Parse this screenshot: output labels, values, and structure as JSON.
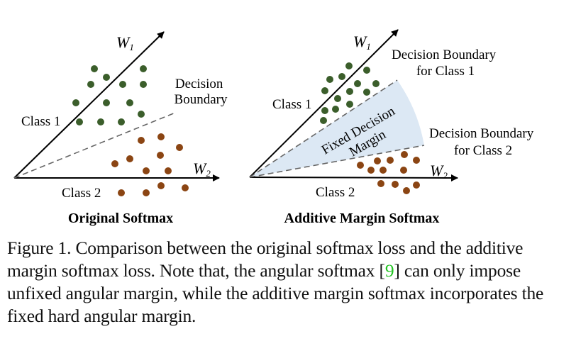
{
  "figure": {
    "left_panel": {
      "title": "Original Softmax",
      "axis_w1": "W",
      "axis_w1_sub": "1",
      "axis_w2": "W",
      "axis_w2_sub": "2",
      "class1_label": "Class 1",
      "class2_label": "Class 2",
      "boundary_label_line1": "Decision",
      "boundary_label_line2": "Boundary"
    },
    "right_panel": {
      "title": "Additive Margin Softmax",
      "axis_w1": "W",
      "axis_w1_sub": "1",
      "axis_w2": "W",
      "axis_w2_sub": "2",
      "class1_label": "Class 1",
      "class2_label": "Class 2",
      "boundary1_line1": "Decision Boundary",
      "boundary1_line2": "for Class 1",
      "boundary2_line1": "Decision Boundary",
      "boundary2_line2": "for Class 2",
      "margin_line1": "Fixed Decision",
      "margin_line2": "Margin"
    },
    "colors": {
      "class1": "#3b5e2b",
      "class2": "#8b4513",
      "margin_fill": "#dce8f4",
      "citation": "#22c422"
    }
  },
  "caption": {
    "part1": "Figure 1. Comparison between the original softmax loss and the additive margin softmax loss.  Note that, the angular softmax [",
    "citation": "9",
    "part2": "] can only impose unfixed angular margin, while the additive margin softmax incorporates the fixed hard angular margin."
  }
}
